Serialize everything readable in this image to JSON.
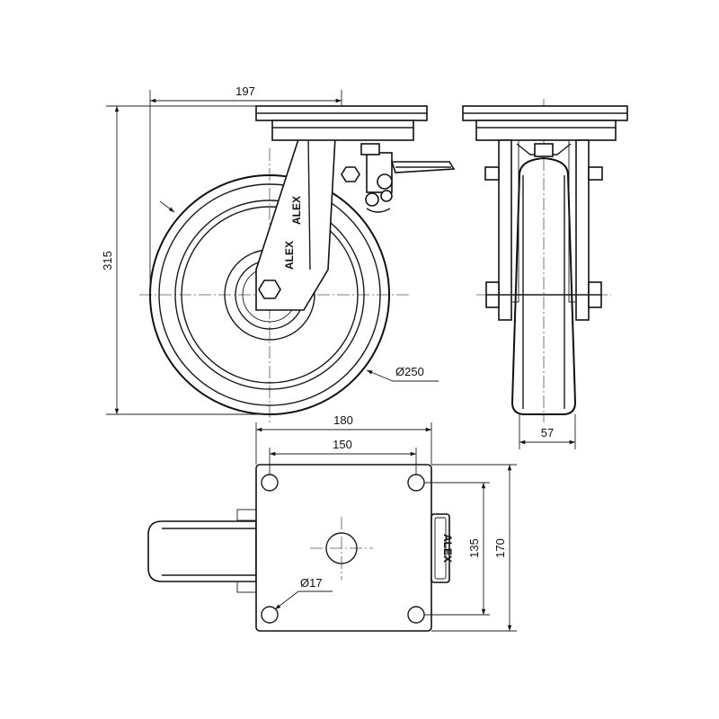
{
  "dimensions": {
    "swivel_offset": "197",
    "overall_height": "315",
    "wheel_diameter": "Ø250",
    "wheel_width": "57",
    "plate_length": "180",
    "plate_hole_spacing_length": "150",
    "plate_hole_spacing_width": "135",
    "plate_width": "170",
    "bolt_hole_diameter": "Ø17"
  },
  "brand": {
    "label": "ALEX"
  },
  "colors": {
    "line": "#111111",
    "background": "#ffffff"
  }
}
